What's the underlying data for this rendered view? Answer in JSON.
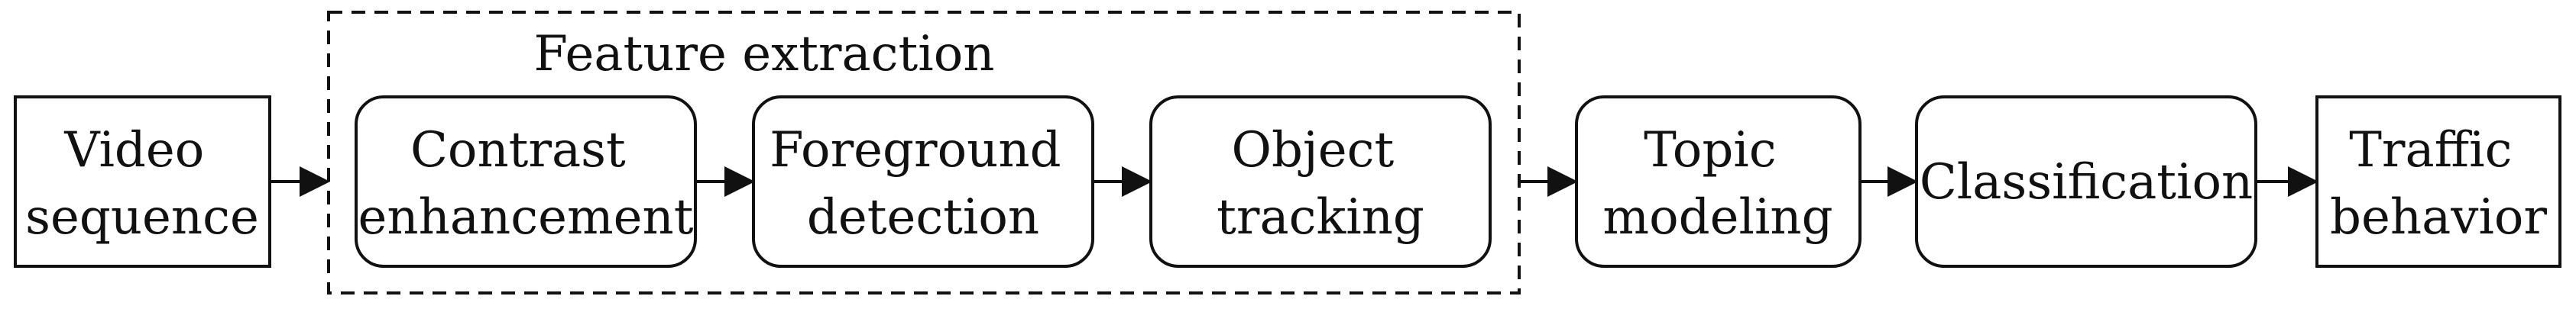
{
  "diagram": {
    "group": {
      "title": "Feature extraction"
    },
    "nodes": {
      "video_sequence": {
        "lines": [
          "Video",
          "sequence"
        ]
      },
      "contrast_enhancement": {
        "lines": [
          "Contrast",
          "enhancement"
        ]
      },
      "foreground_detection": {
        "lines": [
          "Foreground",
          "detection"
        ]
      },
      "object_tracking": {
        "lines": [
          "Object",
          "tracking"
        ]
      },
      "topic_modeling": {
        "lines": [
          "Topic",
          "modeling"
        ]
      },
      "classification": {
        "lines": [
          "Classification"
        ]
      },
      "traffic_behavior": {
        "lines": [
          "Traffic",
          "behavior"
        ]
      }
    }
  }
}
